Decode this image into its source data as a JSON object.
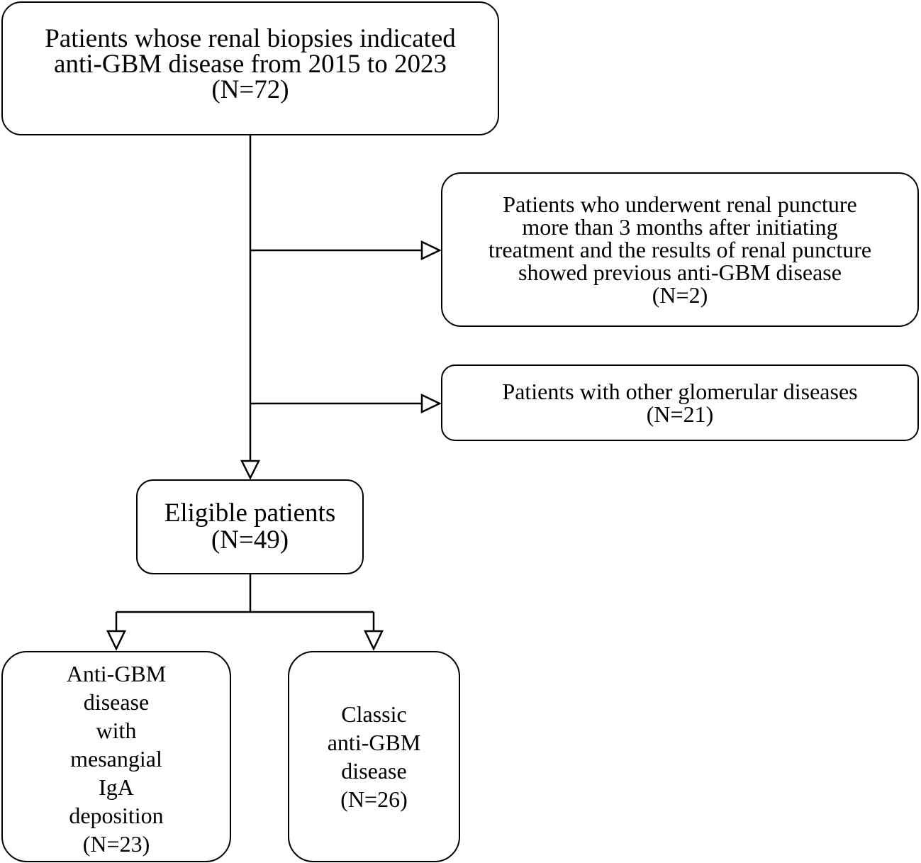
{
  "nodes": {
    "top": {
      "lines": [
        "Patients whose renal biopsies indicated",
        "anti-GBM disease from 2015 to 2023",
        "(N=72)"
      ]
    },
    "excluded_1": {
      "lines": [
        "Patients who underwent renal puncture",
        "more than 3 months after initiating",
        "treatment and the results of renal puncture",
        "showed previous anti-GBM disease",
        "(N=2)"
      ]
    },
    "excluded_2": {
      "lines": [
        "Patients with other glomerular diseases",
        "(N=21)"
      ]
    },
    "eligible": {
      "lines": [
        "Eligible patients",
        "(N=49)"
      ]
    },
    "iga": {
      "lines": [
        "Anti-GBM",
        "disease",
        "with",
        "mesangial",
        "IgA",
        "deposition",
        "(N=23)"
      ]
    },
    "classic": {
      "lines": [
        "Classic",
        "anti-GBM",
        "disease",
        "(N=26)"
      ]
    }
  },
  "edges": [
    {
      "from": "top",
      "to": "excluded_1"
    },
    {
      "from": "top",
      "to": "excluded_2"
    },
    {
      "from": "top",
      "to": "eligible"
    },
    {
      "from": "eligible",
      "to": "iga"
    },
    {
      "from": "eligible",
      "to": "classic"
    }
  ],
  "colors": {
    "line": "#000000",
    "box_fill": "#ffffff",
    "arrowhead_fill": "#ffffff"
  }
}
